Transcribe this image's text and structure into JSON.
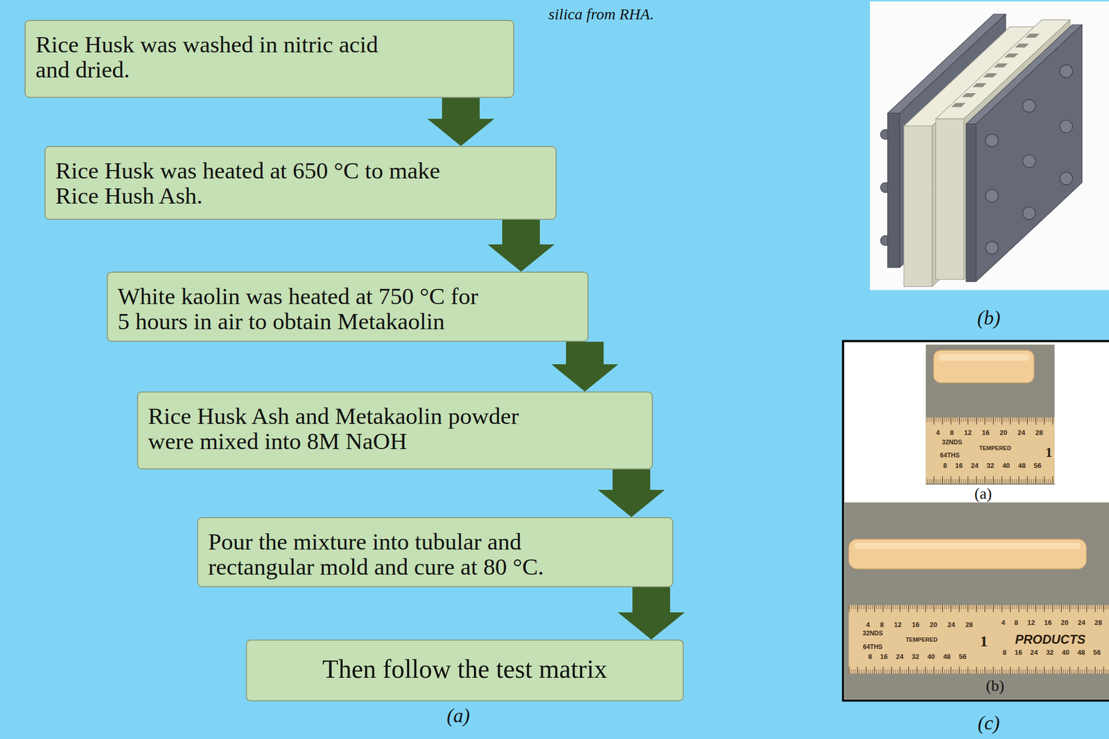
{
  "diagram": {
    "nodes": [
      {
        "text": [
          "Rice Husk was washed in nitric acid and dried."
        ]
      },
      {
        "text": [
          "Rice Husk was heated at 650 °C to make Rice Hush Ash."
        ]
      },
      {
        "text": [
          "White kaolin was heated at 750 °C for 5 hours in air to obtain Metakaolin"
        ]
      },
      {
        "text": [
          "Rice Husk Ash and Metakaolin powder were mixed into 8M NaOH"
        ]
      },
      {
        "text": [
          "Pour the mixture into tubular and rectangular mold and cure at 80 °C."
        ]
      },
      {
        "text": [
          "Then follow the test matrix"
        ]
      }
    ],
    "edges": [
      {
        "from": 0,
        "to": 1,
        "arrow": "to"
      },
      {
        "from": 1,
        "to": 2,
        "arrow": "to"
      },
      {
        "from": 2,
        "to": 3,
        "arrow": "to"
      },
      {
        "from": 3,
        "to": 4,
        "arrow": "to"
      },
      {
        "from": 4,
        "to": 5,
        "arrow": "to"
      }
    ],
    "labels": [
      "silica from RHA.",
      "(a)",
      "(b)",
      "4 8 12 16 20 24 28",
      "32NDS",
      "TEMPERED",
      "64THS",
      "8 16 24 32 40 48 56",
      "1",
      "(a)",
      "4 8 12 16 20 24 28",
      "32NDS",
      "TEMPERED",
      "64THS",
      "8 16 24 32 40 48 56",
      "1",
      "4 8 12 16 20 24 28",
      "PRODUCTS",
      "8 16 24 32 40 48 56",
      "(b)",
      "(c)"
    ]
  }
}
